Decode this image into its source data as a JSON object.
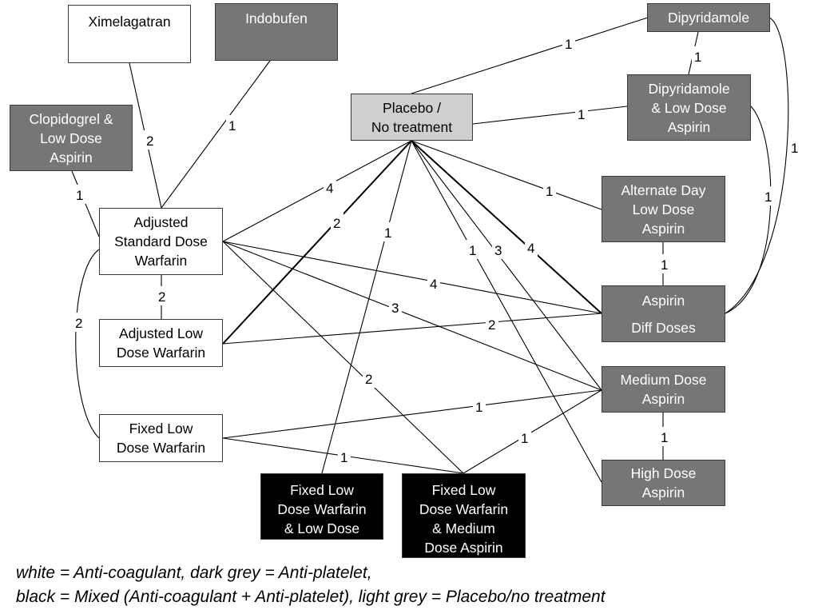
{
  "nodes": [
    {
      "id": "ximelagatran",
      "label": "Ximelagatran",
      "category": "white"
    },
    {
      "id": "indobufen",
      "label": "Indobufen",
      "category": "dark"
    },
    {
      "id": "clopidogrel",
      "label": "Clopidogrel &\nLow Dose\nAspirin",
      "category": "dark"
    },
    {
      "id": "placebo",
      "label": "Placebo /\nNo treatment",
      "category": "light"
    },
    {
      "id": "dipyridamole",
      "label": "Dipyridamole",
      "category": "dark"
    },
    {
      "id": "dip_lda",
      "label": "Dipyridamole\n& Low Dose\nAspirin",
      "category": "dark"
    },
    {
      "id": "adj_std",
      "label": "Adjusted\nStandard Dose\nWarfarin",
      "category": "white"
    },
    {
      "id": "adj_low",
      "label": "Adjusted Low\nDose Warfarin",
      "category": "white"
    },
    {
      "id": "fixed_low",
      "label": "Fixed Low\nDose Warfarin",
      "category": "white"
    },
    {
      "id": "alt_day",
      "label": "Alternate Day\nLow Dose\nAspirin",
      "category": "dark"
    },
    {
      "id": "aspirin",
      "label": "Aspirin\nDiff Doses",
      "category": "dark"
    },
    {
      "id": "medium",
      "label": "Medium Dose\nAspirin",
      "category": "dark"
    },
    {
      "id": "high",
      "label": "High Dose\nAspirin",
      "category": "dark"
    },
    {
      "id": "fixed_lda",
      "label": "Fixed Low\nDose Warfarin\n& Low Dose\nAspirin",
      "category": "black"
    },
    {
      "id": "fixed_mda",
      "label": "Fixed Low\nDose Warfarin\n& Medium\nDose Aspirin",
      "category": "black"
    }
  ],
  "edges": [
    {
      "from": "ximelagatran",
      "to": "adj_std",
      "label": "2"
    },
    {
      "from": "indobufen",
      "to": "adj_std",
      "label": "1"
    },
    {
      "from": "clopidogrel",
      "to": "adj_std",
      "label": "1"
    },
    {
      "from": "placebo",
      "to": "dipyridamole",
      "label": "1"
    },
    {
      "from": "placebo",
      "to": "dip_lda",
      "label": "1"
    },
    {
      "from": "dipyridamole",
      "to": "dip_lda",
      "label": "1"
    },
    {
      "from": "dipyridamole",
      "to": "aspirin",
      "label": "1"
    },
    {
      "from": "dip_lda",
      "to": "aspirin",
      "label": "1"
    },
    {
      "from": "placebo",
      "to": "alt_day",
      "label": "1"
    },
    {
      "from": "placebo",
      "to": "adj_std",
      "label": "4"
    },
    {
      "from": "placebo",
      "to": "adj_low",
      "label": "2"
    },
    {
      "from": "placebo",
      "to": "fixed_lda",
      "label": "1"
    },
    {
      "from": "placebo",
      "to": "high",
      "label": "1"
    },
    {
      "from": "placebo",
      "to": "medium",
      "label": "3"
    },
    {
      "from": "placebo",
      "to": "aspirin",
      "label": "4"
    },
    {
      "from": "adj_std",
      "to": "aspirin",
      "label": "4"
    },
    {
      "from": "adj_std",
      "to": "medium",
      "label": "3"
    },
    {
      "from": "adj_std",
      "to": "fixed_mda",
      "label": "2"
    },
    {
      "from": "adj_std",
      "to": "adj_low",
      "label": "2"
    },
    {
      "from": "adj_std",
      "to": "fixed_low",
      "label": "2"
    },
    {
      "from": "adj_low",
      "to": "aspirin",
      "label": "2"
    },
    {
      "from": "fixed_low",
      "to": "medium",
      "label": "1"
    },
    {
      "from": "fixed_low",
      "to": "fixed_mda",
      "label": "1"
    },
    {
      "from": "fixed_mda",
      "to": "medium",
      "label": "1"
    },
    {
      "from": "alt_day",
      "to": "aspirin",
      "label": "1"
    },
    {
      "from": "medium",
      "to": "high",
      "label": "1"
    }
  ],
  "legend": {
    "line1": "white = Anti-coagulant, dark grey = Anti-platelet,",
    "line2": "black = Mixed (Anti-coagulant + Anti-platelet), light grey = Placebo/no treatment"
  },
  "colors": {
    "white": "#ffffff",
    "dark_grey": "#767676",
    "black": "#000000",
    "light_grey": "#cfcfcf"
  }
}
